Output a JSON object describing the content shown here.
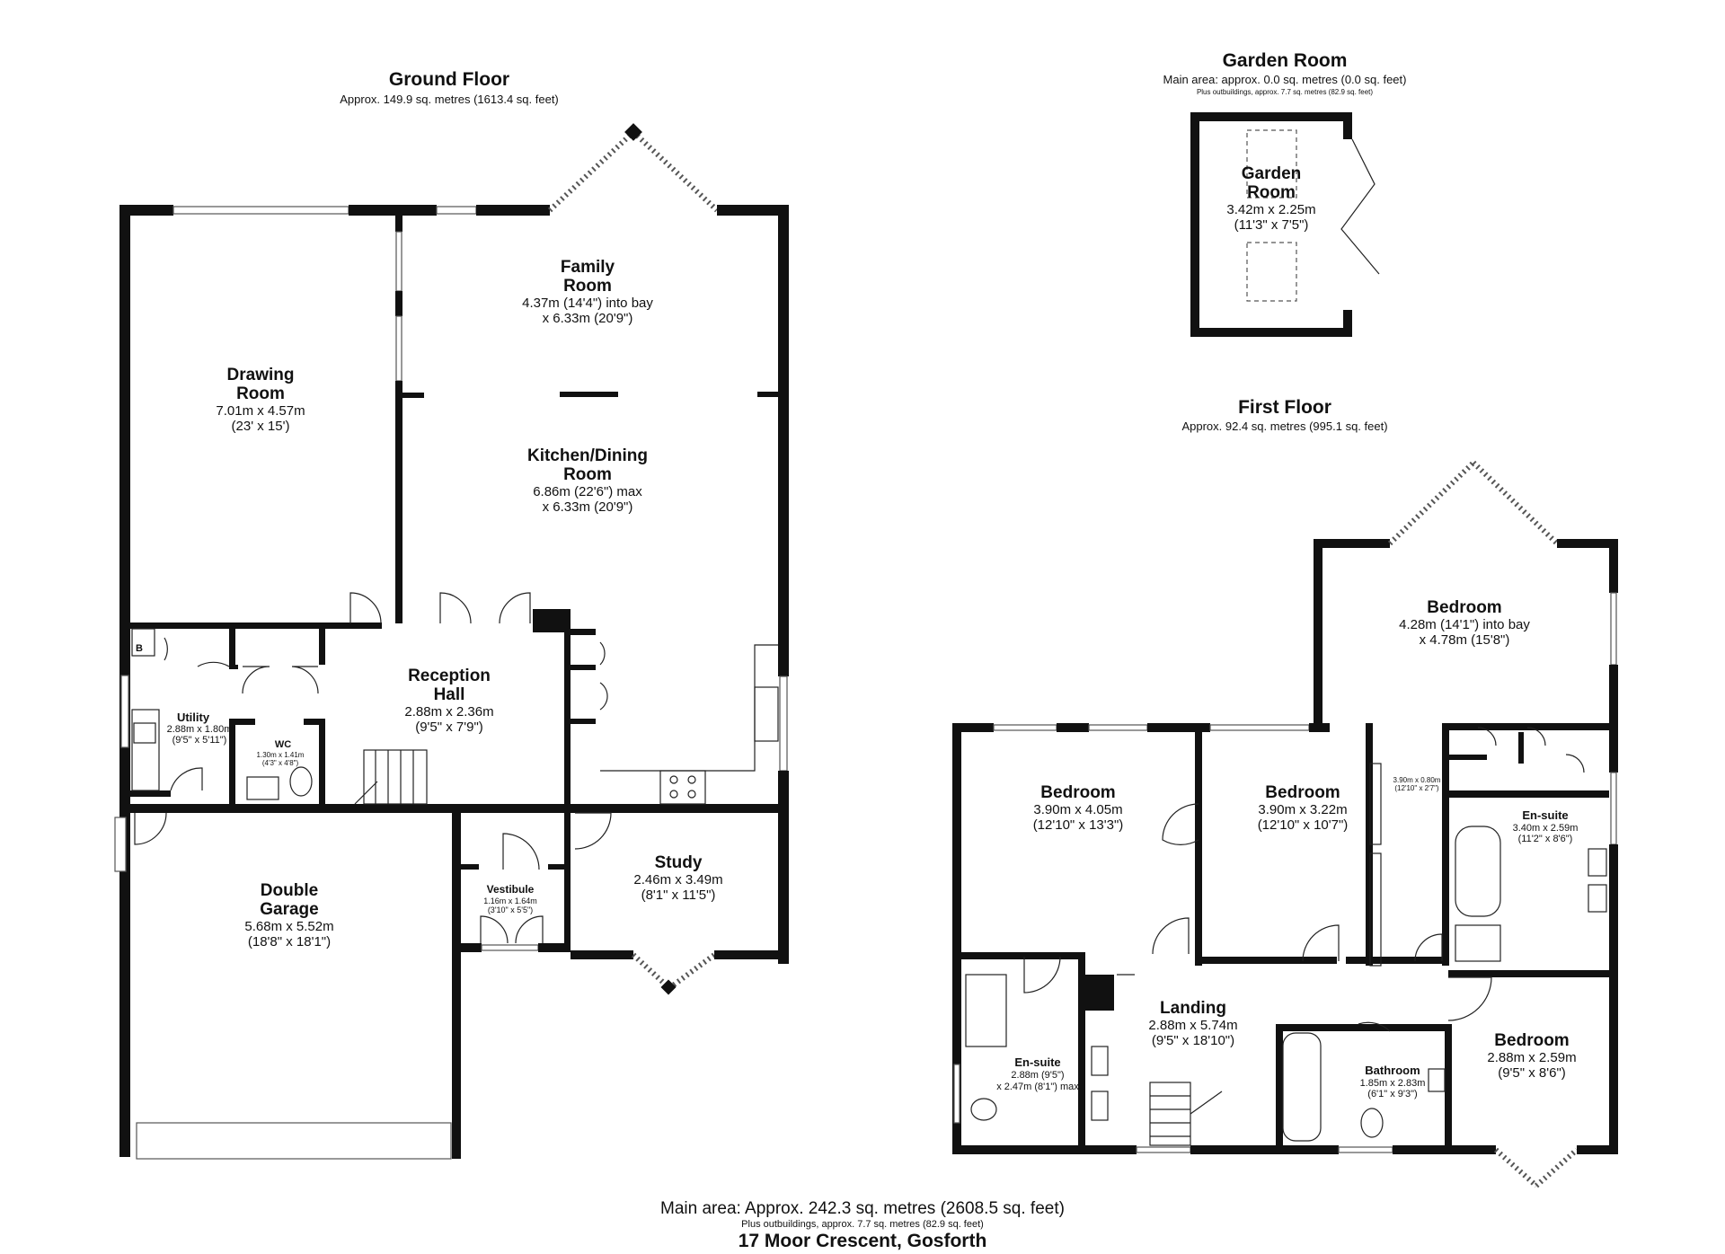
{
  "ground_floor": {
    "title": "Ground Floor",
    "area": "Approx. 149.9 sq. metres (1613.4 sq. feet)",
    "rooms": {
      "drawing": {
        "name1": "Drawing",
        "name2": "Room",
        "dim1": "7.01m x 4.57m",
        "dim2": "(23' x 15')"
      },
      "family": {
        "name1": "Family",
        "name2": "Room",
        "dim1": "4.37m (14'4\") into bay",
        "dim2": "x 6.33m (20'9\")"
      },
      "kitchen": {
        "name1": "Kitchen/Dining",
        "name2": "Room",
        "dim1": "6.86m (22'6\") max",
        "dim2": "x 6.33m (20'9\")"
      },
      "reception": {
        "name1": "Reception",
        "name2": "Hall",
        "dim1": "2.88m x 2.36m",
        "dim2": "(9'5\" x 7'9\")"
      },
      "utility": {
        "name": "Utility",
        "dim1": "2.88m x 1.80m",
        "dim2": "(9'5\" x 5'11\")"
      },
      "wc": {
        "name": "WC",
        "dim1": "1.30m x 1.41m",
        "dim2": "(4'3\" x 4'8\")"
      },
      "boiler": {
        "label": "B"
      },
      "garage": {
        "name1": "Double",
        "name2": "Garage",
        "dim1": "5.68m x 5.52m",
        "dim2": "(18'8\" x 18'1\")"
      },
      "vestibule": {
        "name": "Vestibule",
        "dim1": "1.16m x 1.64m",
        "dim2": "(3'10\" x 5'5\")"
      },
      "study": {
        "name": "Study",
        "dim1": "2.46m x 3.49m",
        "dim2": "(8'1\" x 11'5\")"
      }
    }
  },
  "garden_room": {
    "title": "Garden Room",
    "area": "Main area: approx. 0.0 sq. metres (0.0 sq. feet)",
    "outbuildings": "Plus outbuildings, approx. 7.7 sq. metres (82.9 sq. feet)",
    "room": {
      "name1": "Garden",
      "name2": "Room",
      "dim1": "3.42m x 2.25m",
      "dim2": "(11'3\" x 7'5\")"
    }
  },
  "first_floor": {
    "title": "First Floor",
    "area": "Approx. 92.4 sq. metres (995.1 sq. feet)",
    "rooms": {
      "bed_main": {
        "name": "Bedroom",
        "dim1": "4.28m (14'1\") into bay",
        "dim2": "x 4.78m (15'8\")"
      },
      "bed_left": {
        "name": "Bedroom",
        "dim1": "3.90m x 4.05m",
        "dim2": "(12'10\" x 13'3\")"
      },
      "bed_mid": {
        "name": "Bedroom",
        "dim1": "3.90m x 3.22m",
        "dim2": "(12'10\" x 10'7\")"
      },
      "dressing": {
        "dim1": "3.90m x 0.80m",
        "dim2": "(12'10\" x 2'7\")"
      },
      "ensuite_right": {
        "name": "En-suite",
        "dim1": "3.40m x 2.59m",
        "dim2": "(11'2\" x 8'6\")"
      },
      "ensuite_left": {
        "name": "En-suite",
        "dim1": "2.88m (9'5\")",
        "dim2": "x 2.47m (8'1\") max"
      },
      "landing": {
        "name": "Landing",
        "dim1": "2.88m x 5.74m",
        "dim2": "(9'5\" x 18'10\")"
      },
      "bathroom": {
        "name": "Bathroom",
        "dim1": "1.85m x 2.83m",
        "dim2": "(6'1\" x 9'3\")"
      },
      "bed_small": {
        "name": "Bedroom",
        "dim1": "2.88m x 2.59m",
        "dim2": "(9'5\" x 8'6\")"
      }
    }
  },
  "footer": {
    "main_area": "Main area: Approx. 242.3 sq. metres (2608.5 sq. feet)",
    "outbuildings": "Plus outbuildings, approx. 7.7 sq. metres (82.9 sq. feet)",
    "address": "17 Moor Crescent, Gosforth"
  }
}
